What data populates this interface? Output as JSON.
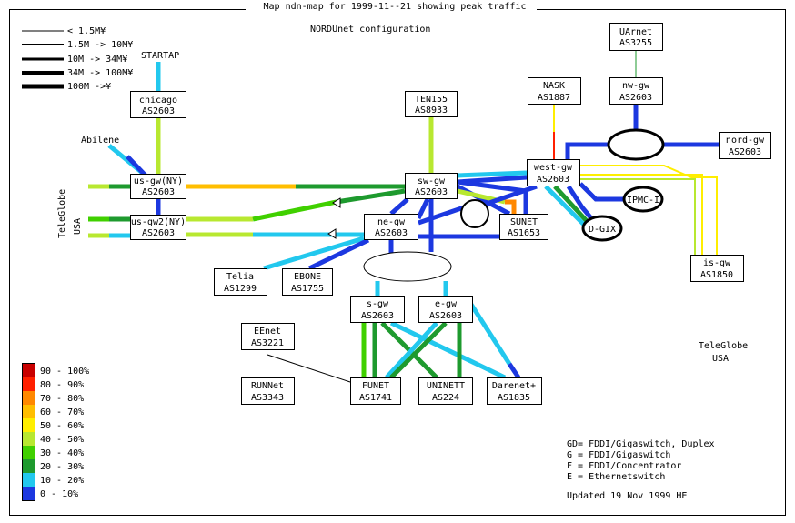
{
  "title": "Map ndn-map for 1999-11--21 showing peak traffic",
  "subtitle": "NORDUnet configuration",
  "colors": {
    "band_0_10": "#1c38e0",
    "band_10_20": "#22c8ee",
    "band_20_30": "#1e9a2e",
    "band_30_40": "#40d000",
    "band_40_50": "#b8e830",
    "band_50_60": "#ffee00",
    "band_60_70": "#ffbe00",
    "band_70_80": "#ff8800",
    "band_80_90": "#ff2000",
    "band_90_100": "#c80000",
    "thin_link": "#000000"
  },
  "bandwidth_legend": [
    {
      "label": "< 1.5M¥"
    },
    {
      "label": "1.5M -> 10M¥"
    },
    {
      "label": "10M -> 34M¥"
    },
    {
      "label": "34M -> 100M¥"
    },
    {
      "label": "100M ->¥"
    }
  ],
  "load_legend": [
    {
      "label": "90 - 100%",
      "color": "#c80000"
    },
    {
      "label": "80 - 90%",
      "color": "#ff2000"
    },
    {
      "label": "70 - 80%",
      "color": "#ff8800"
    },
    {
      "label": "60 - 70%",
      "color": "#ffbe00"
    },
    {
      "label": "50 - 60%",
      "color": "#ffee00"
    },
    {
      "label": "40 - 50%",
      "color": "#b8e830"
    },
    {
      "label": "30 - 40%",
      "color": "#40d000"
    },
    {
      "label": "20 - 30%",
      "color": "#1e9a2e"
    },
    {
      "label": "10 - 20%",
      "color": "#22c8ee"
    },
    {
      "label": "0 - 10%",
      "color": "#1c38e0"
    }
  ],
  "interface_legend": [
    "GD= FDDI/Gigaswitch, Duplex",
    "G = FDDI/Gigaswitch",
    "F = FDDI/Concentrator",
    "E = Ethernetswitch"
  ],
  "updated": "Updated 19 Nov 1999 HE",
  "nodes": {
    "chicago": {
      "name": "chicago",
      "as": "AS2603"
    },
    "us_gw_ny": {
      "name": "us-gw(NY)",
      "as": "AS2603"
    },
    "us_gw2_ny": {
      "name": "us-gw2(NY)",
      "as": "AS2603"
    },
    "ten155": {
      "name": "TEN155",
      "as": "AS8933"
    },
    "sw_gw": {
      "name": "sw-gw",
      "as": "AS2603"
    },
    "ne_gw": {
      "name": "ne-gw",
      "as": "AS2603"
    },
    "sunet": {
      "name": "SUNET",
      "as": "AS1653"
    },
    "nask": {
      "name": "NASK",
      "as": "AS1887"
    },
    "uarnet": {
      "name": "UArnet",
      "as": "AS3255"
    },
    "nw_gw": {
      "name": "nw-gw",
      "as": "AS2603"
    },
    "west_gw": {
      "name": "west-gw",
      "as": "AS2603"
    },
    "nord_gw": {
      "name": "nord-gw",
      "as": "AS2603"
    },
    "is_gw": {
      "name": "is-gw",
      "as": "AS1850"
    },
    "telia": {
      "name": "Telia",
      "as": "AS1299"
    },
    "ebone": {
      "name": "EBONE",
      "as": "AS1755"
    },
    "s_gw": {
      "name": "s-gw",
      "as": "AS2603"
    },
    "e_gw": {
      "name": "e-gw",
      "as": "AS2603"
    },
    "eenet": {
      "name": "EEnet",
      "as": "AS3221"
    },
    "runnet": {
      "name": "RUNNet",
      "as": "AS3343"
    },
    "funet": {
      "name": "FUNET",
      "as": "AS1741"
    },
    "uninett": {
      "name": "UNINETT",
      "as": "AS224"
    },
    "darenet": {
      "name": "Darenet+",
      "as": "AS1835"
    }
  },
  "exchanges": {
    "ipmc": "IPMC-I",
    "dgix": "D-GIX"
  },
  "labels": {
    "startap": "STARTAP",
    "abilene": "Abilene",
    "teleglobe": "TeleGlobe",
    "usa": "USA",
    "teleglobe_right": "TeleGlobe",
    "usa_right": "USA"
  }
}
